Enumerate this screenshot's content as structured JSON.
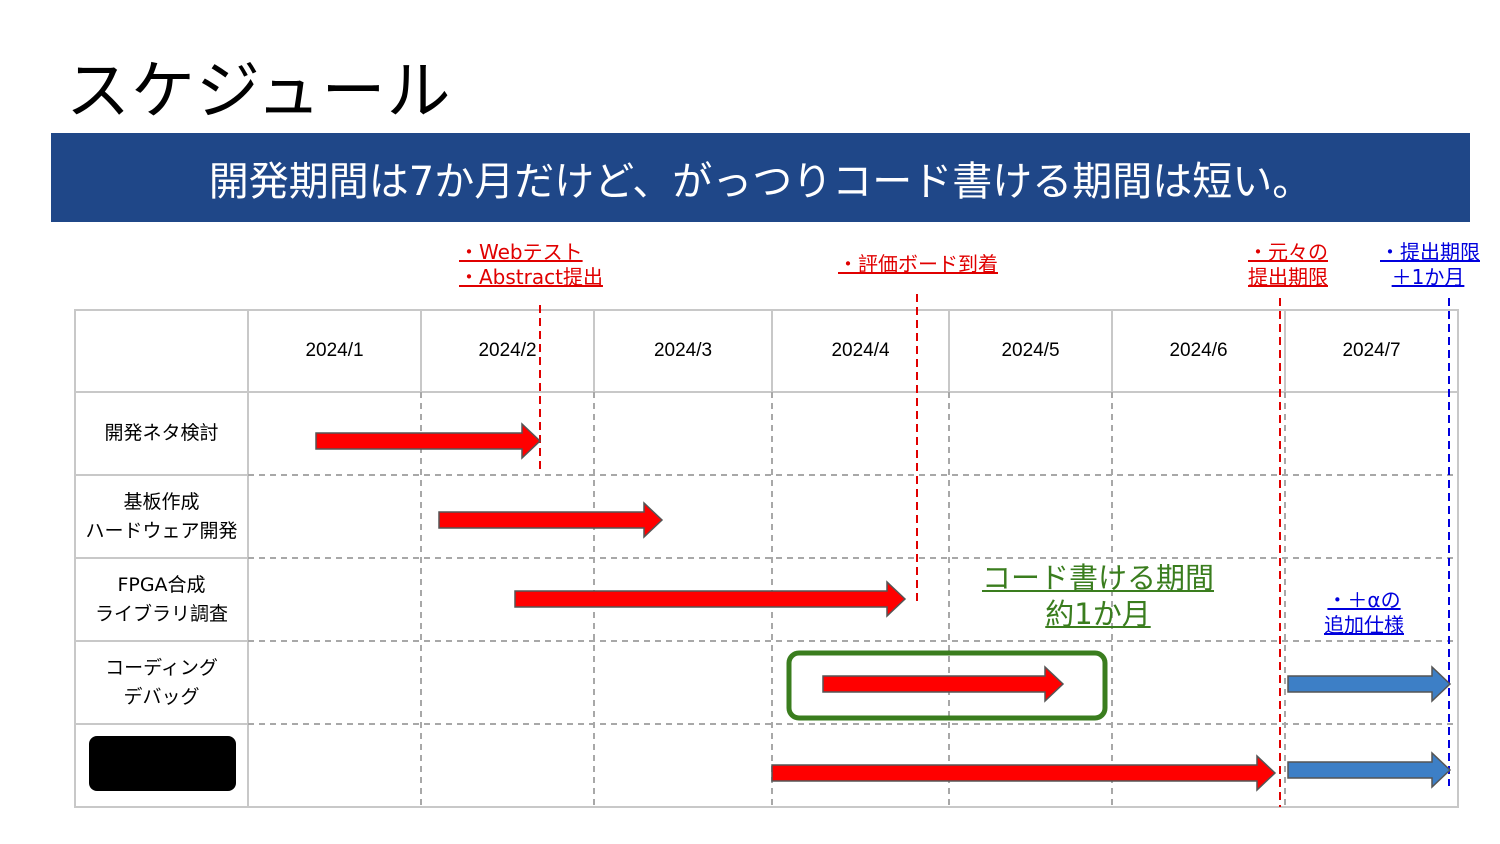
{
  "slide_title": "スケジュール",
  "banner": "開発期間は7か月だけど、がっつりコード書ける期間は短い。",
  "months": [
    "2024/1",
    "2024/2",
    "2024/3",
    "2024/4",
    "2024/5",
    "2024/6",
    "2024/7"
  ],
  "tasks": [
    {
      "line1": "開発ネタ検討",
      "line2": ""
    },
    {
      "line1": "基板作成",
      "line2": "ハードウェア開発"
    },
    {
      "line1": "FPGA合成",
      "line2": "ライブラリ調査"
    },
    {
      "line1": "コーディング",
      "line2": "デバッグ"
    },
    {
      "line1": "",
      "line2": ""
    }
  ],
  "milestones": {
    "web_test": "・Webテスト",
    "abstract": "・Abstract提出",
    "board": "・評価ボード到着",
    "orig_deadline_1": "・元々の",
    "orig_deadline_2": "提出期限",
    "ext_deadline_1": "・提出期限",
    "ext_deadline_2": "＋1か月"
  },
  "annotations": {
    "coding_period_1": "コード書ける期間",
    "coding_period_2": "約1か月",
    "extra_1": "・＋αの",
    "extra_2": "追加仕様"
  },
  "colors": {
    "banner": "#1f4788",
    "arrow_red": "#ff0000",
    "arrow_blue": "#3d7fc6",
    "highlight": "#3a7d1e"
  }
}
